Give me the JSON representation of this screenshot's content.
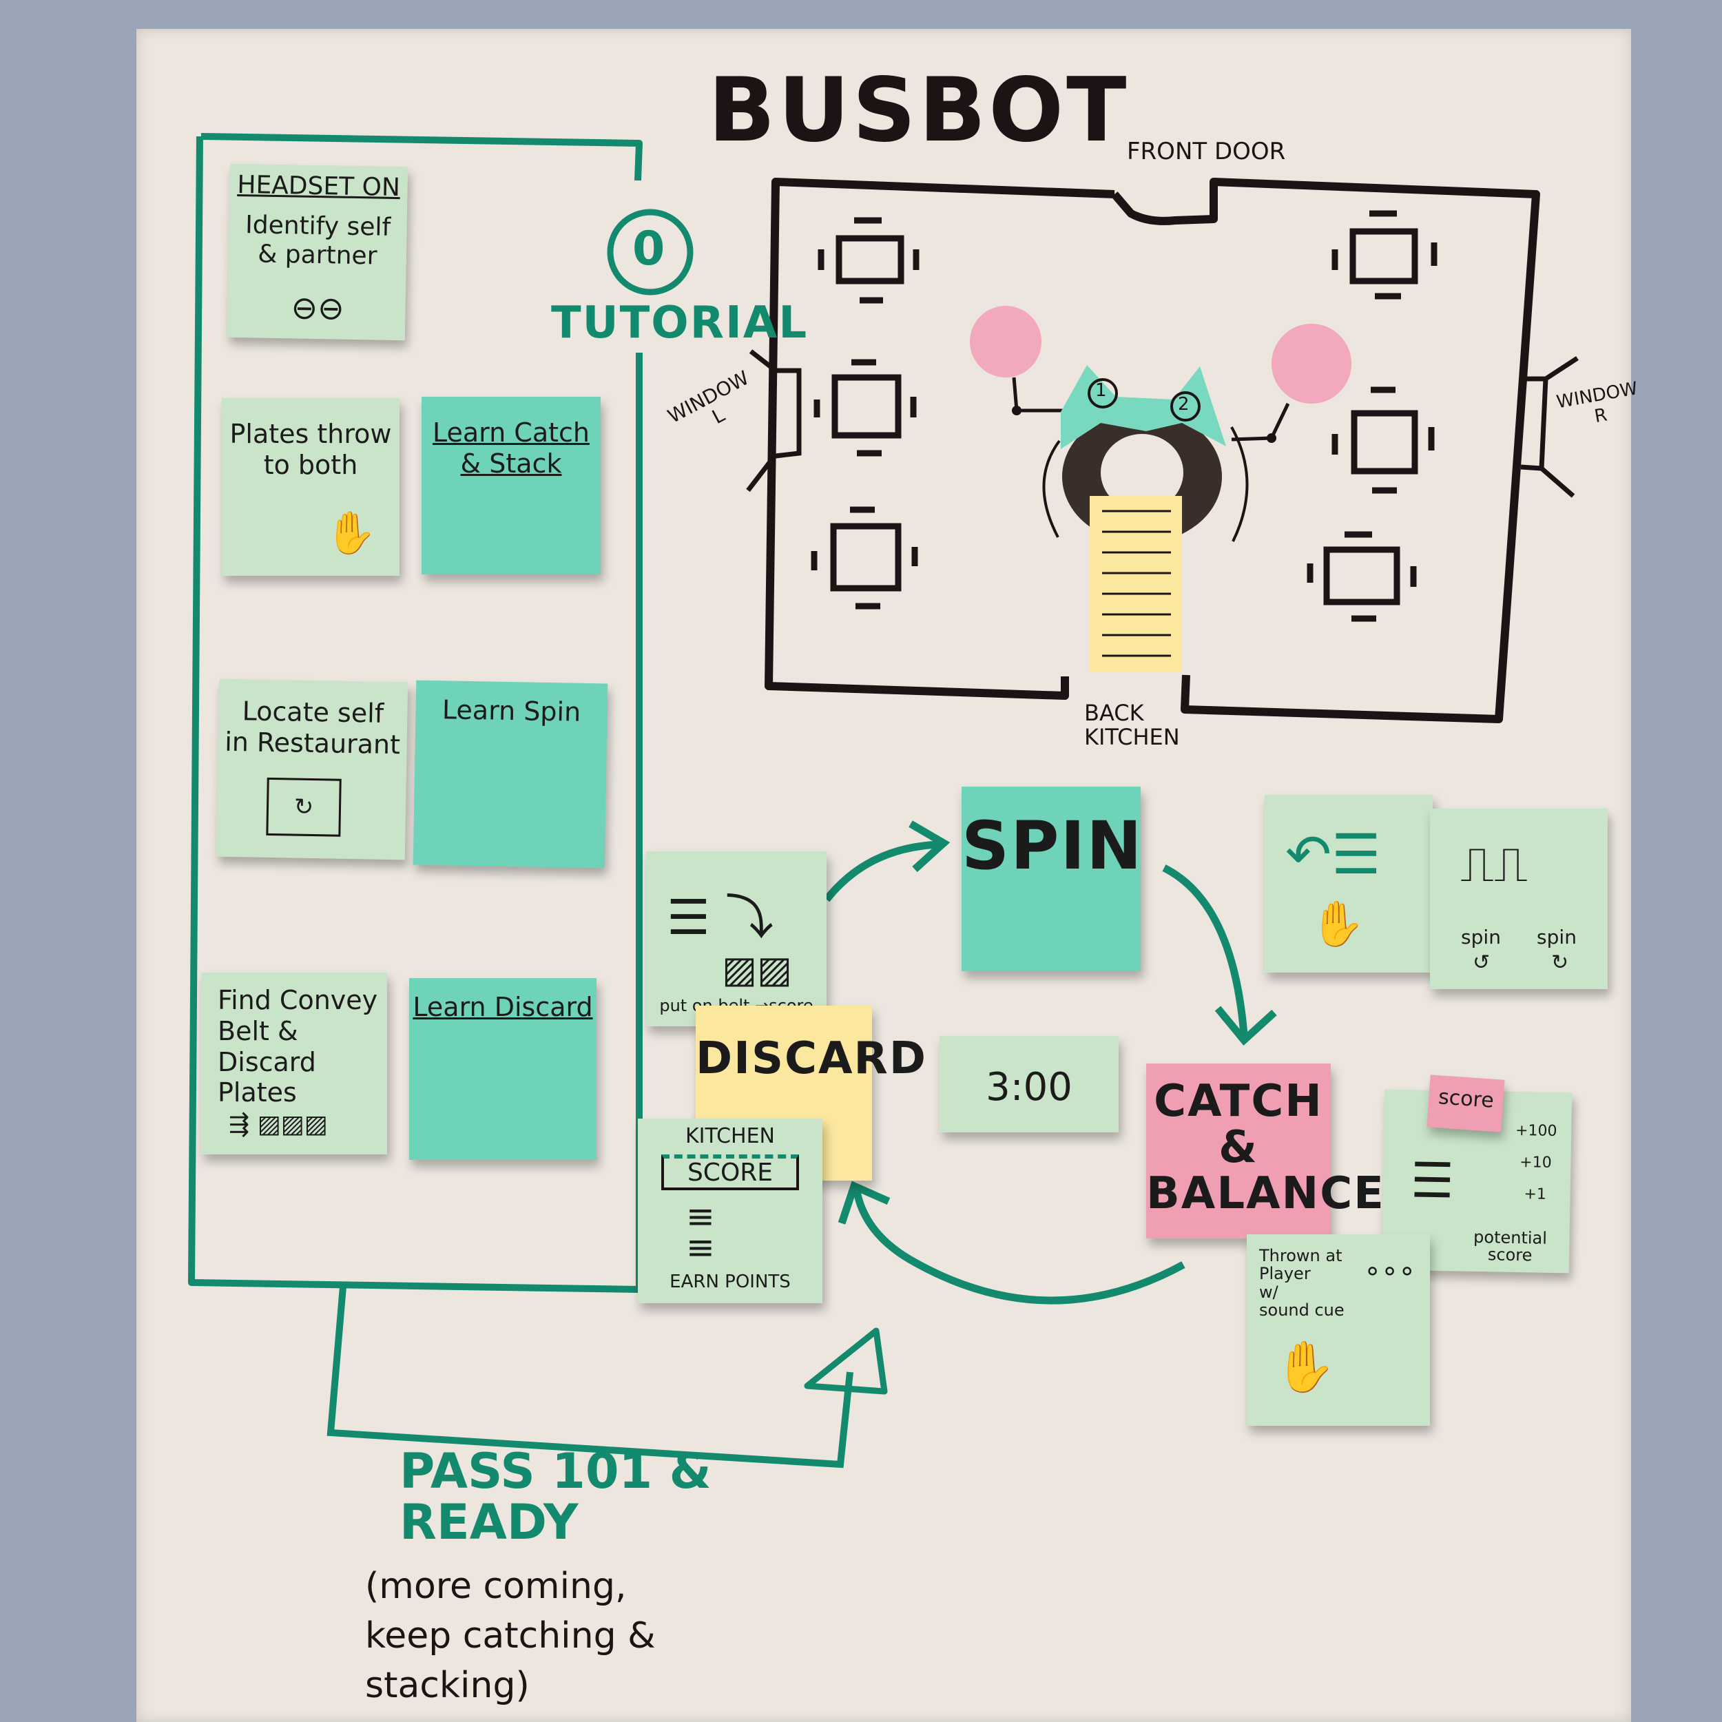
{
  "title": "BUSBOT",
  "floorplan": {
    "front_door": "FRONT DOOR",
    "back_kitchen": "BACK\nKITCHEN",
    "window_left": "WINDOW\nL",
    "window_right": "WINDOW\nR",
    "player_1": "1",
    "player_2": "2"
  },
  "tutorial": {
    "step_number": "0",
    "label": "TUTORIAL",
    "headset": {
      "heading": "HEADSET ON",
      "body": "Identify self\n& partner"
    },
    "plates": {
      "body": "Plates throw\nto both"
    },
    "learn_catch": {
      "body": "Learn Catch\n& Stack"
    },
    "locate": {
      "body": "Locate self\nin Restaurant"
    },
    "learn_spin": {
      "body": "Learn Spin"
    },
    "find_belt": {
      "body": "Find Convey\nBelt &\nDiscard Plates"
    },
    "learn_discard": {
      "body": "Learn Discard"
    }
  },
  "loop": {
    "spin": "SPIN",
    "catch_balance": "CATCH\n&\nBALANCE",
    "discard": "DISCARD",
    "timer": "3:00",
    "put_on_belt": "put on belt →score",
    "kitchen": "KITCHEN",
    "score_box": "SCORE",
    "earn_points": "EARN POINTS",
    "score_tab": "score",
    "score_values": [
      "+100",
      "+10",
      "+1"
    ],
    "potential_score": "potential\nscore",
    "thrown_at": "Thrown at\nPlayer\nw/\nsound cue",
    "spin_left": "spin",
    "spin_right": "spin"
  },
  "pass": {
    "label": "PASS 101 &\nREADY",
    "note": "(more coming,\nkeep catching &\nstacking)"
  },
  "colors": {
    "teal_marker": "#13896d",
    "black_marker": "#1c1414",
    "note_green": "#c9e4c9",
    "note_teal": "#6fd3b9",
    "note_yellow": "#fbe79d",
    "note_pink": "#ef9fb1"
  }
}
